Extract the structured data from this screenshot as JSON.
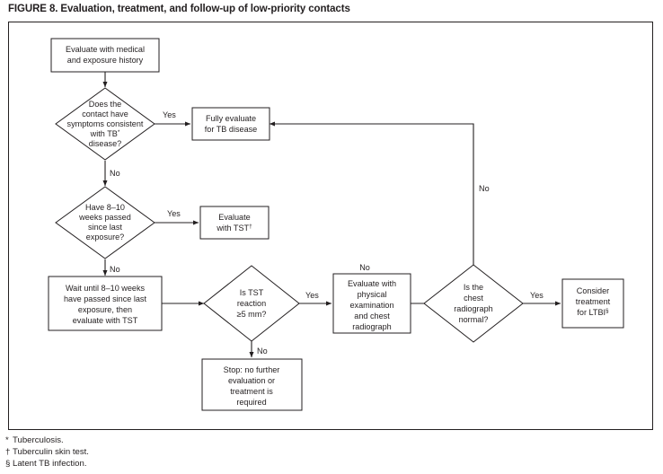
{
  "figure": {
    "title": "FIGURE 8. Evaluation, treatment, and follow-up of low-priority contacts"
  },
  "nodes": {
    "evaluate_history": {
      "type": "process",
      "lines": [
        "Evaluate with medical",
        "and exposure history"
      ]
    },
    "symptoms_decision": {
      "type": "decision",
      "lines": [
        "Does the",
        "contact have",
        "symptoms consistent",
        "with TB* disease?"
      ],
      "line1": "Does the",
      "line2": "contact have",
      "line3": "symptoms consistent",
      "line4a": "with TB",
      "line4b": "*",
      "line5": "disease?"
    },
    "fully_evaluate": {
      "type": "process",
      "lines": [
        "Fully evaluate",
        "for TB disease"
      ]
    },
    "weeks_decision": {
      "type": "decision",
      "line1": "Have 8–10",
      "line2": "weeks passed",
      "line3": "since last",
      "line4": "exposure?"
    },
    "evaluate_tst": {
      "type": "process",
      "line1": "Evaluate",
      "line2a": "with TST",
      "line2b": "†"
    },
    "wait_box": {
      "type": "process",
      "line1": "Wait until 8–10 weeks",
      "line2": "have passed since last",
      "line3": "exposure, then",
      "line4": "evaluate with TST"
    },
    "tst_reaction_decision": {
      "type": "decision",
      "line1": "Is TST",
      "line2": "reaction",
      "line3": "≥5 mm?"
    },
    "evaluate_physical": {
      "type": "process",
      "line1": "Evaluate with",
      "line2": "physical",
      "line3": "examination",
      "line4": "and chest",
      "line5": "radiograph"
    },
    "radiograph_decision": {
      "type": "decision",
      "line1": "Is the",
      "line2": "chest",
      "line3": "radiograph",
      "line4": "normal?"
    },
    "consider_treatment": {
      "type": "process",
      "line1": "Consider",
      "line2": "treatment",
      "line3a": "for LTBI",
      "line3b": "§"
    },
    "stop_box": {
      "type": "terminal",
      "line1": "Stop: no further",
      "line2": "evaluation or",
      "line3": "treatment is",
      "line4": "required"
    }
  },
  "edges": {
    "symptoms_yes": "Yes",
    "symptoms_no": "No",
    "weeks_yes": "Yes",
    "weeks_no": "No",
    "tst_yes": "Yes",
    "tst_no": "No",
    "radiograph_yes": "Yes",
    "radiograph_no": "No",
    "physical_no": "No"
  },
  "footnotes": [
    {
      "mark": "*",
      "text": "Tuberculosis."
    },
    {
      "mark": "†",
      "text": "Tuberculin skin test."
    },
    {
      "mark": "§",
      "text": "Latent TB infection."
    }
  ],
  "colors": {
    "ink": "#231f20",
    "background": "#ffffff"
  }
}
